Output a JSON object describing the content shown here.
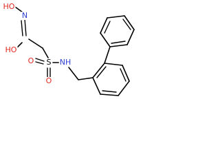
{
  "atoms": {
    "n_hydroxy": "N",
    "h_hydroxy": "H",
    "o_hydroxy": "O",
    "o_hydroxyl_top": "HO",
    "s": "S",
    "o_sulfonyl_left": "O",
    "o_sulfonyl_bottom": "O",
    "n_amine": "NH"
  },
  "colors": {
    "oxygen": "#e0281e",
    "nitrogen": "#2e3fd6",
    "sulfur": "#000000",
    "bond": "#000000"
  }
}
